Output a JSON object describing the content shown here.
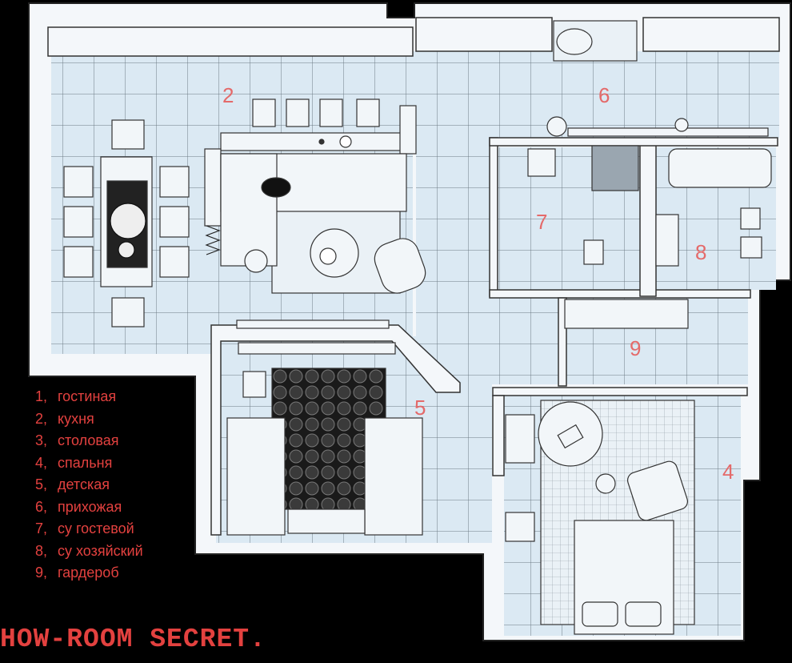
{
  "rooms": [
    {
      "num": "1",
      "name": "гостиная"
    },
    {
      "num": "2",
      "name": "кухня"
    },
    {
      "num": "3",
      "name": "столовая"
    },
    {
      "num": "4",
      "name": "спальня"
    },
    {
      "num": "5",
      "name": "детская"
    },
    {
      "num": "6",
      "name": "прихожая"
    },
    {
      "num": "7",
      "name": "су гостевой"
    },
    {
      "num": "8",
      "name": "су хозяйский"
    },
    {
      "num": "9",
      "name": "гардероб"
    }
  ],
  "legend_separator": ",",
  "brand": "HOW-ROOM SECRET.",
  "colors": {
    "floor": "#dbe9f3",
    "wall": "#f4f7fa",
    "grid": "#6d7a85",
    "accent_text": "#e3413f",
    "background": "#000000"
  }
}
